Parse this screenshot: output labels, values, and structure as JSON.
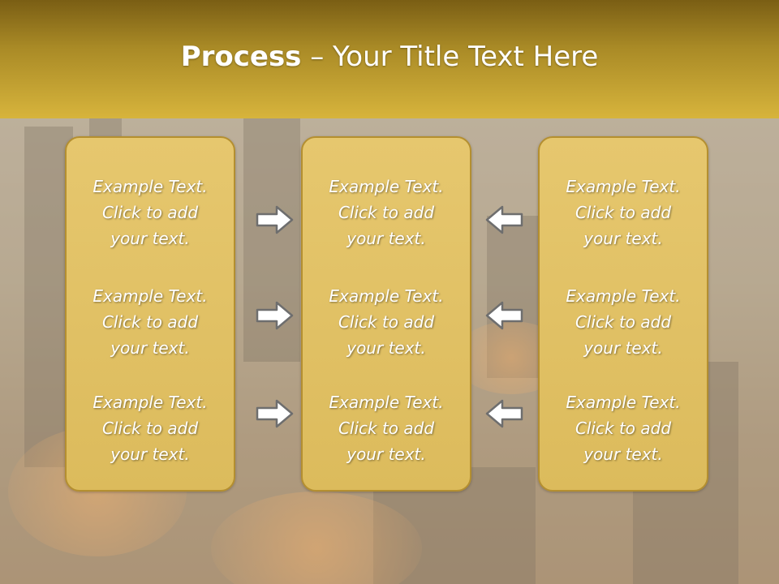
{
  "slide": {
    "title_bold": "Process",
    "title_rest": " – Your Title Text Here"
  },
  "columns": [
    {
      "items": [
        {
          "line1": "Example Text.",
          "line2": "Click  to add",
          "line3": "your text."
        },
        {
          "line1": "Example Text.",
          "line2": "Click  to add",
          "line3": "your text."
        },
        {
          "line1": "Example Text.",
          "line2": "Click  to add",
          "line3": "your text."
        }
      ]
    },
    {
      "items": [
        {
          "line1": "Example Text.",
          "line2": "Click  to add",
          "line3": "your text."
        },
        {
          "line1": "Example Text.",
          "line2": "Click  to add",
          "line3": "your text."
        },
        {
          "line1": "Example Text.",
          "line2": "Click  to add",
          "line3": "your text."
        }
      ]
    },
    {
      "items": [
        {
          "line1": "Example Text.",
          "line2": "Click  to add",
          "line3": "your text."
        },
        {
          "line1": "Example Text.",
          "line2": "Click  to add",
          "line3": "your text."
        },
        {
          "line1": "Example Text.",
          "line2": "Click  to add",
          "line3": "your text."
        }
      ]
    }
  ],
  "arrows": {
    "left_group": "right-arrow-icon",
    "right_group": "left-arrow-icon"
  },
  "colors": {
    "header_top": "#7a5e14",
    "header_bottom": "#d7b43c",
    "box_fill": "#e2c266",
    "box_border": "#b48f30",
    "arrow_fill": "#ffffff",
    "arrow_stroke": "#6e6e6e"
  }
}
